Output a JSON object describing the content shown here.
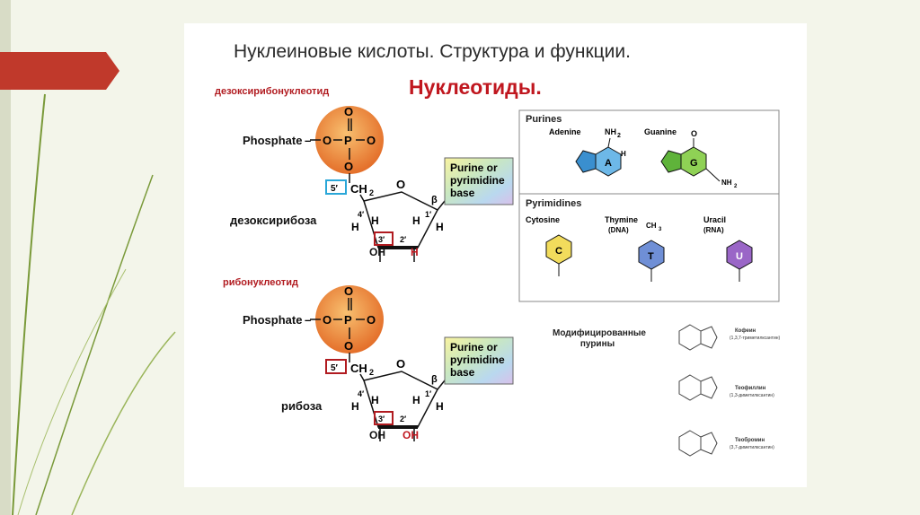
{
  "slide": {
    "title": "Нуклеиновые кислоты. Структура и функции.",
    "subtitle": "Нуклеотиды."
  },
  "deoxy": {
    "heading": "дезоксирибонуклеотид",
    "phosphate": "Phosphate",
    "base_box": [
      "Purine or",
      "pyrimidine",
      "base"
    ],
    "sugar_label": "дезоксирибоза",
    "atoms": {
      "o": "O",
      "p": "P",
      "c5": "5′",
      "ch2": "CH",
      "sub2": "2",
      "ring_o": "O",
      "beta": "β",
      "c4": "4′",
      "c1": "1′",
      "c3": "3′",
      "c2": "2′",
      "h": "H",
      "oh": "OH",
      "minus": "–"
    },
    "c2_substituent": "H"
  },
  "ribo": {
    "heading": "рибонуклеотид",
    "phosphate": "Phosphate",
    "base_box": [
      "Purine or",
      "pyrimidine",
      "base"
    ],
    "sugar_label": "рибоза",
    "c2_substituent": "OH"
  },
  "purines": {
    "heading": "Purines",
    "adenine": {
      "name": "Adenine",
      "letter": "A",
      "top": "NH",
      "top_sub": "2",
      "color": "#6db8e8"
    },
    "guanine": {
      "name": "Guanine",
      "letter": "G",
      "top": "O",
      "right": "NH",
      "right_sub": "2",
      "color": "#8fd155"
    }
  },
  "pyrimidines": {
    "heading": "Pyrimidines",
    "cytosine": {
      "name": "Cytosine",
      "letter": "C",
      "color": "#f2dc5c"
    },
    "thymine": {
      "name": "Thymine",
      "sub": "(DNA)",
      "letter": "T",
      "methyl": "CH",
      "methyl_sub": "3",
      "color": "#6f8fd6"
    },
    "uracil": {
      "name": "Uracil",
      "sub": "(RNA)",
      "letter": "U",
      "color": "#9a66c7"
    }
  },
  "modified": {
    "label": "Модифицированные пурины",
    "items": [
      {
        "name": "Кофеин",
        "desc": "(1,3,7-триметилксантин)"
      },
      {
        "name": "Теофиллин",
        "desc": "(1,3-диметилксантин)"
      },
      {
        "name": "Теобромин",
        "desc": "(3,7-диметилксантин)"
      }
    ]
  },
  "colors": {
    "accent_red": "#c0171f",
    "arrow_red": "#c0392b",
    "phosphate_orange": "#f08a3a",
    "box_blue": "#2aa7d8",
    "box_red": "#b11b20"
  }
}
